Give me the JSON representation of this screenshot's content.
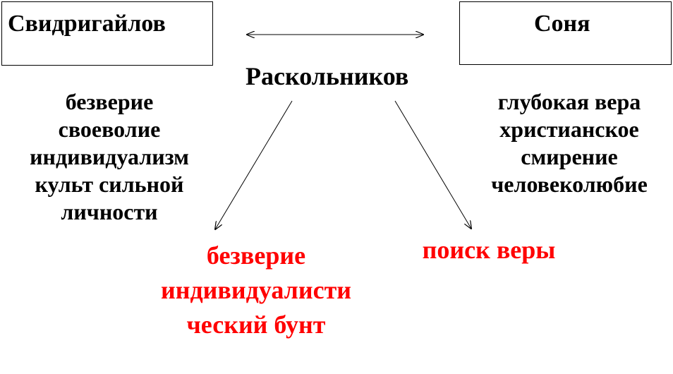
{
  "svidrigailov": {
    "name": "Свидригайлов",
    "traits": [
      "безверие",
      "своеволие",
      "индивидуализм",
      "культ сильной",
      "личности"
    ]
  },
  "sonya": {
    "name": "Соня",
    "traits": [
      "глубокая вера",
      "христианское",
      "смирение",
      "человеколюбие"
    ]
  },
  "raskolnikov": {
    "name": "Раскольников"
  },
  "outcomes": {
    "left": [
      "безверие",
      "индивидуалисти",
      "ческий бунт"
    ],
    "right": "поиск веры",
    "color": "#ff0000"
  },
  "colors": {
    "text": "#000000",
    "accent": "#ff0000",
    "background": "#ffffff"
  }
}
